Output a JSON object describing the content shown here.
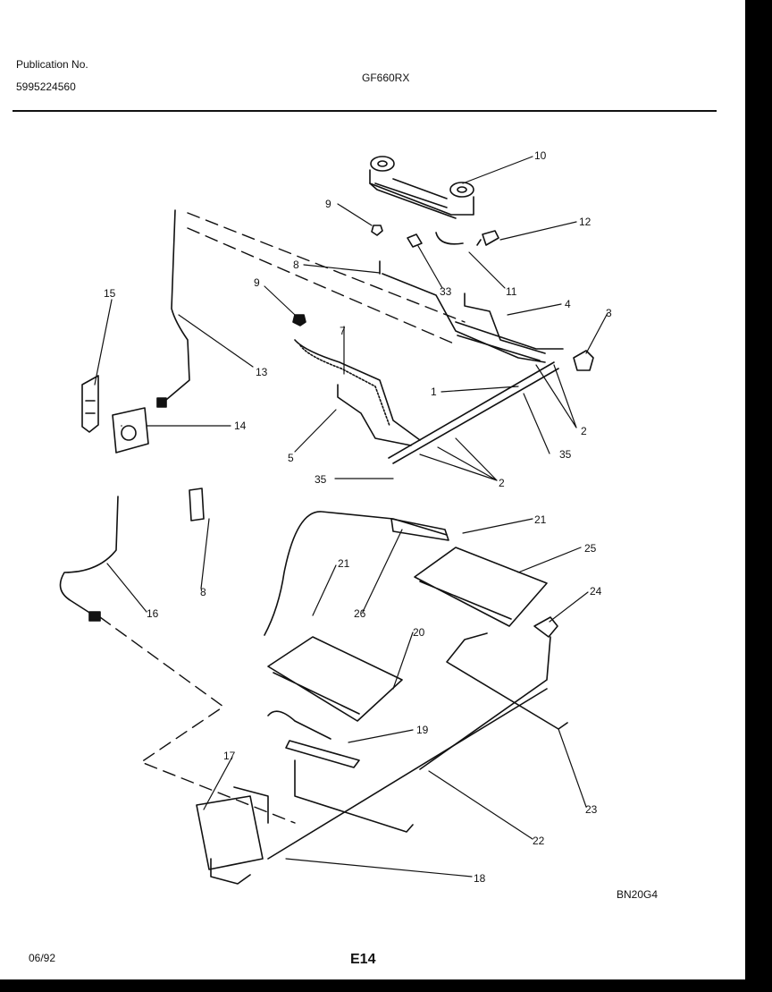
{
  "header": {
    "publication_label": "Publication No.",
    "publication_number": "5995224560",
    "model": "GF660RX"
  },
  "diagram": {
    "callouts": [
      "10",
      "9",
      "12",
      "8",
      "33",
      "11",
      "4",
      "15",
      "9",
      "3",
      "7",
      "13",
      "1",
      "2",
      "14",
      "5",
      "35",
      "35",
      "2",
      "21",
      "25",
      "8",
      "16",
      "21",
      "26",
      "24",
      "20",
      "19",
      "17",
      "23",
      "22",
      "18"
    ],
    "code": "BN20G4"
  },
  "footer": {
    "date": "06/92",
    "page": "E14"
  }
}
